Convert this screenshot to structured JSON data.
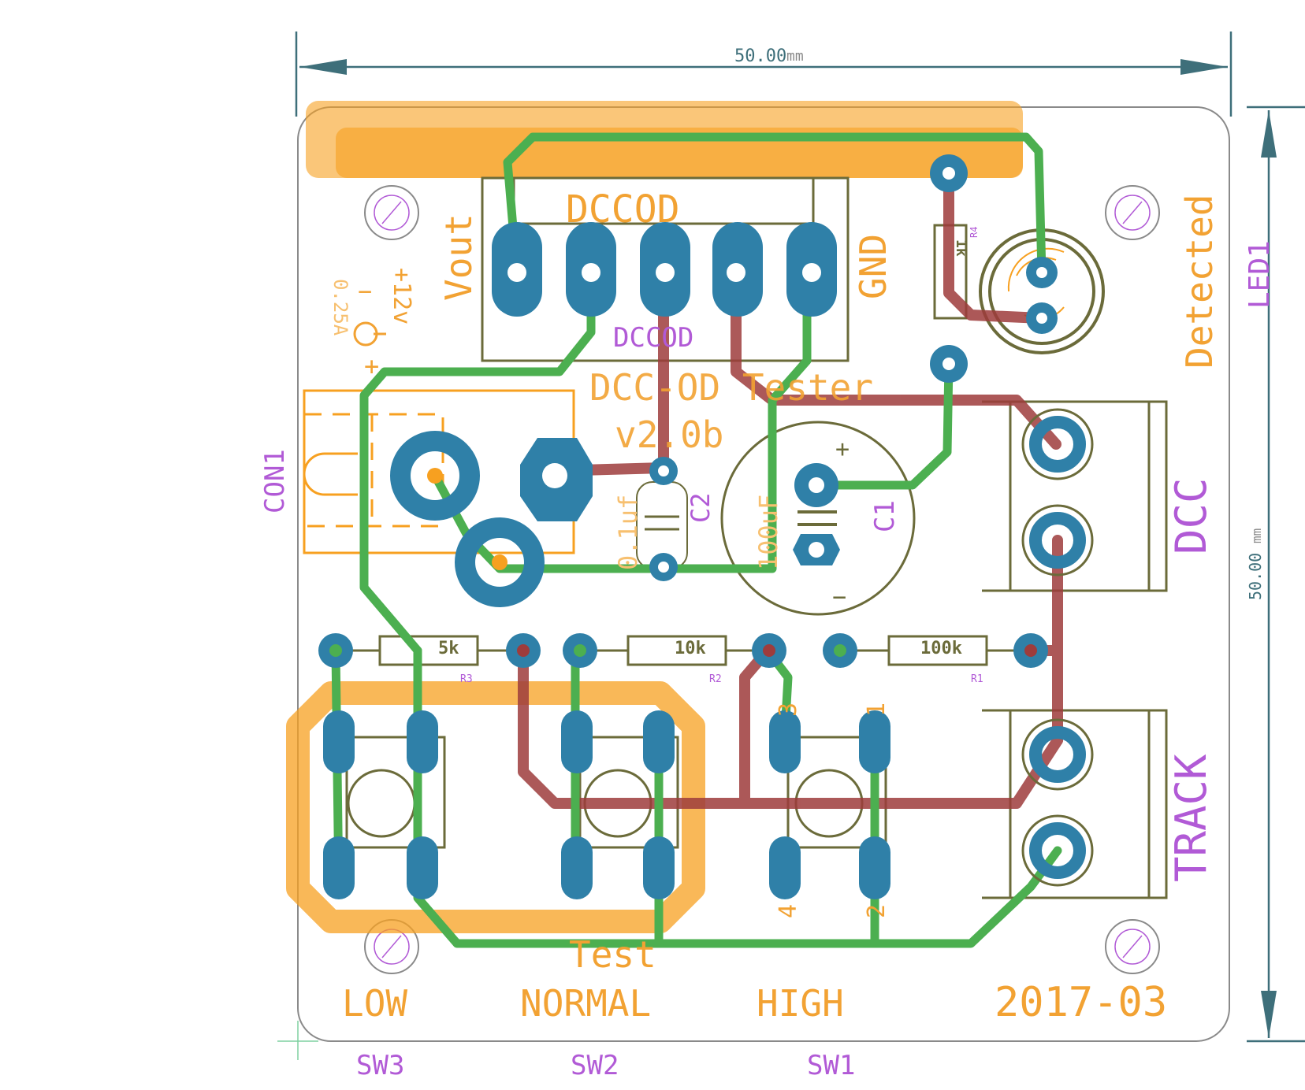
{
  "colors": {
    "background": "#ffffff",
    "outline": "#8a8a8a",
    "silk": "#f2a233",
    "names": "#b15ad6",
    "frame": "#6b6b3a",
    "pad": "#2f80a8",
    "top_copper": "#4caf50",
    "bottom_copper": "#9e3c3c",
    "fill": "#f7a020",
    "dim": "#3e6f7a"
  },
  "dimensions": {
    "horizontal_value": "50.00",
    "horizontal_unit": "mm",
    "vertical_value": "50.00",
    "vertical_unit": "mm"
  },
  "silkscreen": {
    "dccod_header": "DCCOD",
    "vout": "Vout",
    "gnd": "GND",
    "title": "DCC-OD Tester",
    "version": "v2.0b",
    "power_voltage": "+12v",
    "power_current": "0.25A",
    "polarity_minus": "−",
    "polarity_plus": "+",
    "detected": "Detected",
    "dcc": "DCC",
    "track": "TRACK",
    "cap_c3": "0.1uf",
    "cap_c1": "100uF",
    "cap_plus": "+",
    "cap_minus": "−",
    "test": "Test",
    "low": "LOW",
    "normal": "NORMAL",
    "high": "HIGH",
    "date": "2017-03",
    "pin_3": "3",
    "pin_1": "1",
    "pin_4": "4",
    "pin_2": "2"
  },
  "designators": {
    "con1": "CON1",
    "dccod": "DCCOD",
    "c2": "C2",
    "c1": "C1",
    "led1": "LED1",
    "sw1": "SW1",
    "sw2": "SW2",
    "sw3": "SW3",
    "r1": "R1",
    "r2": "R2",
    "r3": "R3",
    "r4": "R4"
  },
  "resistor_values": {
    "r3": "5k",
    "r2": "10k",
    "r1": "100k",
    "r4": "1k"
  }
}
